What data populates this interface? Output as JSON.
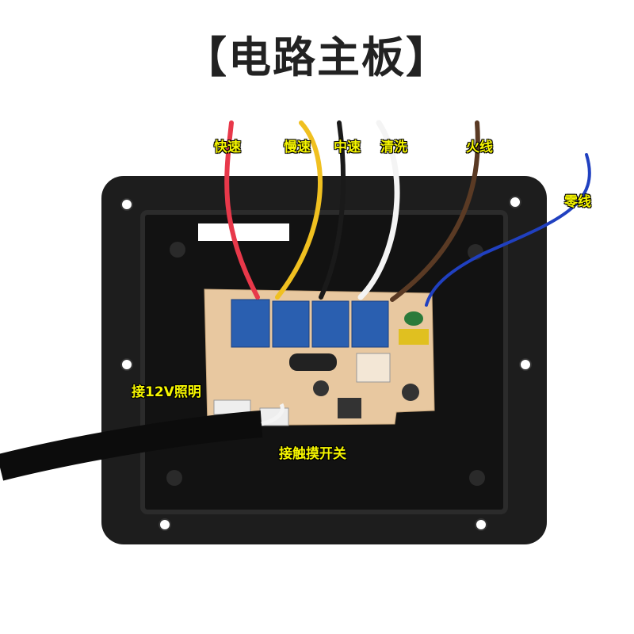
{
  "title": "【电路主板】",
  "labels": {
    "fast": "快速",
    "slow": "慢速",
    "medium": "中速",
    "clean": "清洗",
    "live": "火线",
    "neutral": "零线",
    "light": "接12V照明",
    "touch": "接触摸开关"
  },
  "colors": {
    "label_text": "#f5f500",
    "label_outline": "#000000",
    "box": "#1a1a1a",
    "pcb": "#e8c8a0",
    "relay": "#2a5fb0"
  }
}
